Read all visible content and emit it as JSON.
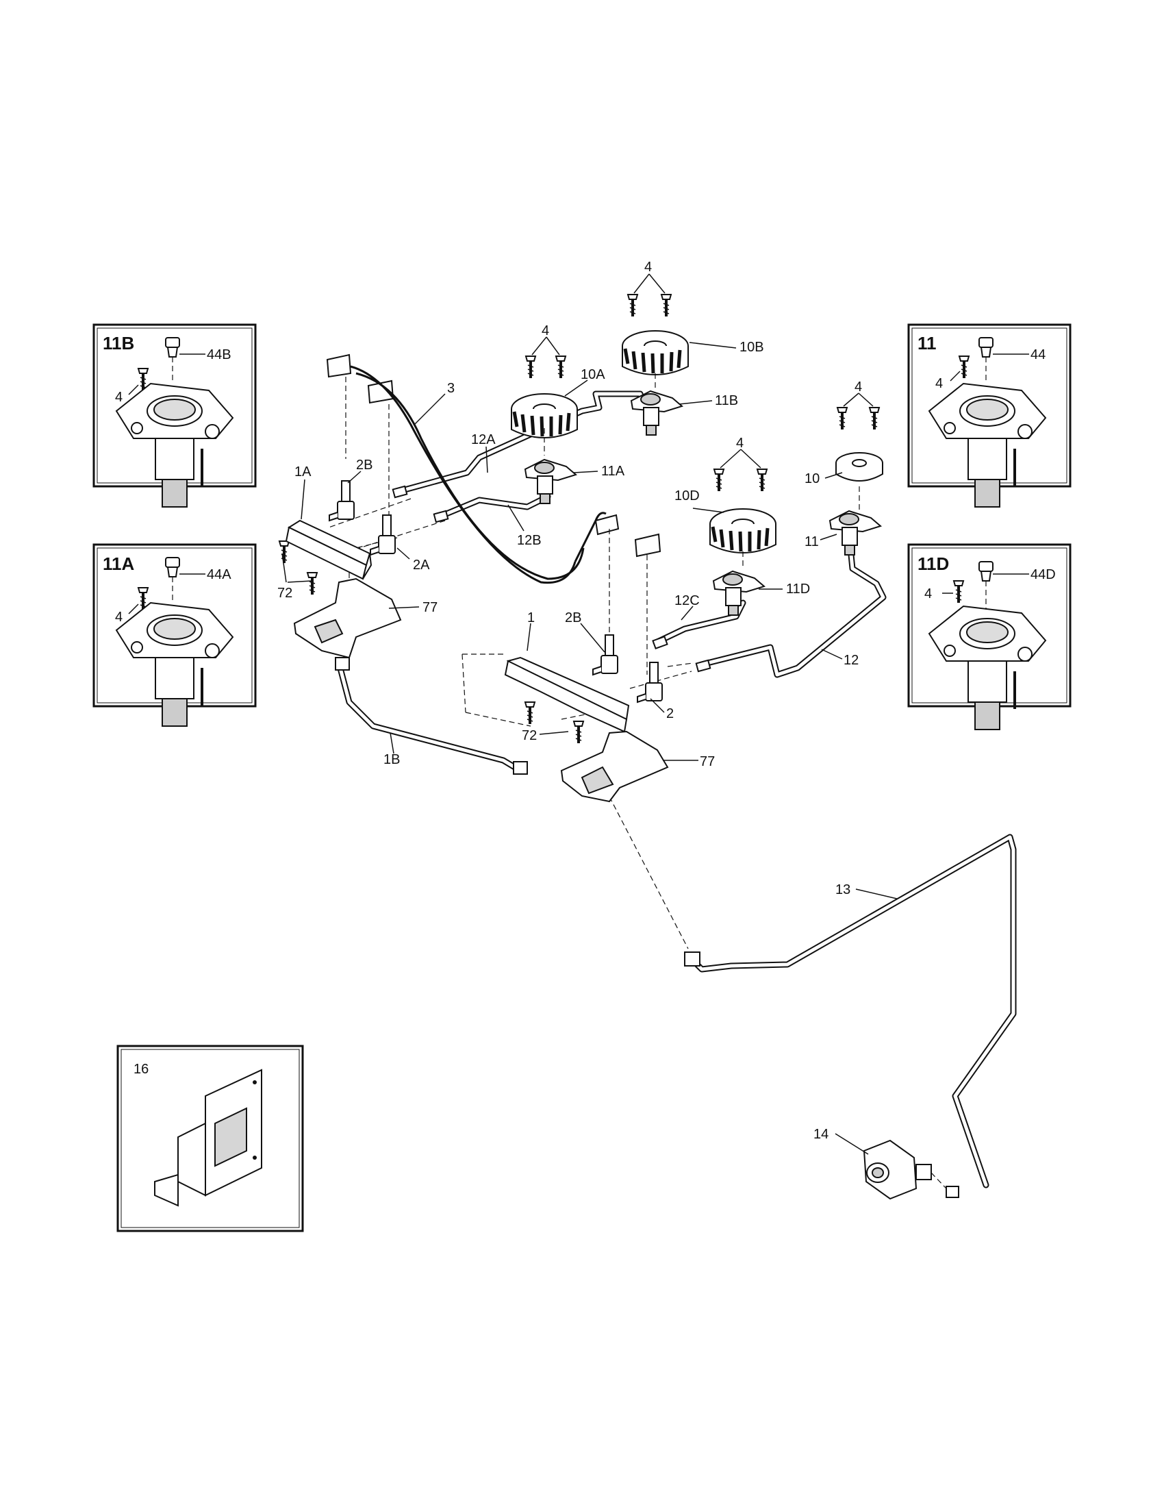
{
  "labels": {
    "c4a": "4",
    "c4b": "4",
    "c4c": "4",
    "c4d": "4",
    "c10b": "10B",
    "c10a": "10A",
    "c11b": "11B",
    "c11a": "11A",
    "c3": "3",
    "c12a": "12A",
    "c12b": "12B",
    "c1a": "1A",
    "c2b1": "2B",
    "c2a": "2A",
    "c72a": "72",
    "c77a": "77",
    "c10d": "10D",
    "c11d": "11D",
    "c12c": "12C",
    "c10": "10",
    "c11": "11",
    "c12": "12",
    "c1": "1",
    "c2b2": "2B",
    "c2": "2",
    "c72b": "72",
    "c77b": "77",
    "c1b": "1B",
    "c13": "13",
    "c14": "14"
  },
  "insets": {
    "i11b": {
      "title": "11B",
      "screw": "4",
      "cap": "44B"
    },
    "i11a": {
      "title": "11A",
      "screw": "4",
      "cap": "44A"
    },
    "i11": {
      "title": "11",
      "screw": "4",
      "cap": "44"
    },
    "i11d": {
      "title": "11D",
      "screw": "4",
      "cap": "44D"
    },
    "i16": {
      "title": "16"
    }
  }
}
